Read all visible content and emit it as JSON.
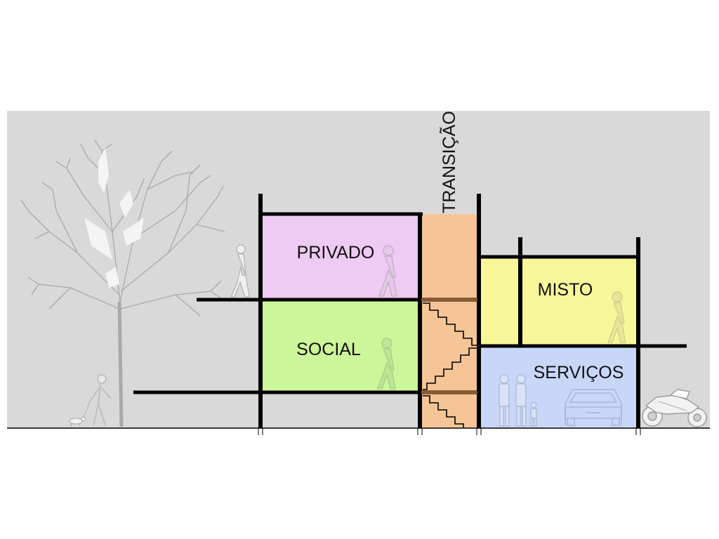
{
  "diagram": {
    "labels": {
      "privado": "PRIVADO",
      "social": "SOCIAL",
      "transicao": "TRANSIÇÃO",
      "misto": "MISTO",
      "servicos": "SERVIÇOS"
    },
    "colors": {
      "background": "#d9d9d9",
      "privado": "#eecbf2",
      "social": "#cdf59a",
      "transicao": "#f6c597",
      "misto": "#f7f79a",
      "servicos": "#c8d6f8",
      "structure": "#000000",
      "figures": "#c9c9c9"
    },
    "icons": [
      "tree-icon",
      "walking-person-icon",
      "dog-icon",
      "family-icon",
      "car-icon",
      "motorcycle-icon",
      "stair-icon"
    ]
  }
}
